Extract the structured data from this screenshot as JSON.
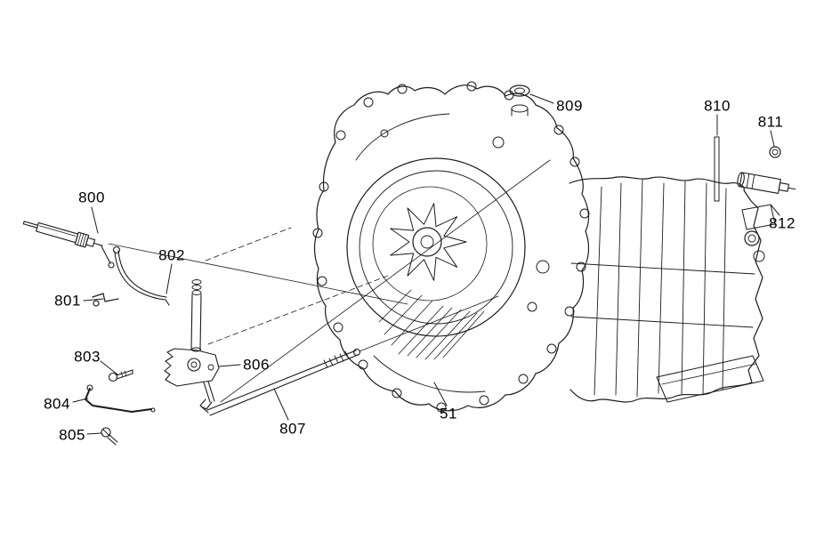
{
  "figure": {
    "background_color": "#ffffff",
    "ink_color": "#1c1c1c"
  },
  "callouts": [
    {
      "id": "800",
      "label": "800"
    },
    {
      "id": "801",
      "label": "801"
    },
    {
      "id": "802",
      "label": "802"
    },
    {
      "id": "803",
      "label": "803"
    },
    {
      "id": "804",
      "label": "804"
    },
    {
      "id": "805",
      "label": "805"
    },
    {
      "id": "806",
      "label": "806"
    },
    {
      "id": "807",
      "label": "807"
    },
    {
      "id": "809",
      "label": "809"
    },
    {
      "id": "810",
      "label": "810"
    },
    {
      "id": "811",
      "label": "811"
    },
    {
      "id": "812",
      "label": "812"
    },
    {
      "id": "51",
      "label": "51"
    }
  ]
}
